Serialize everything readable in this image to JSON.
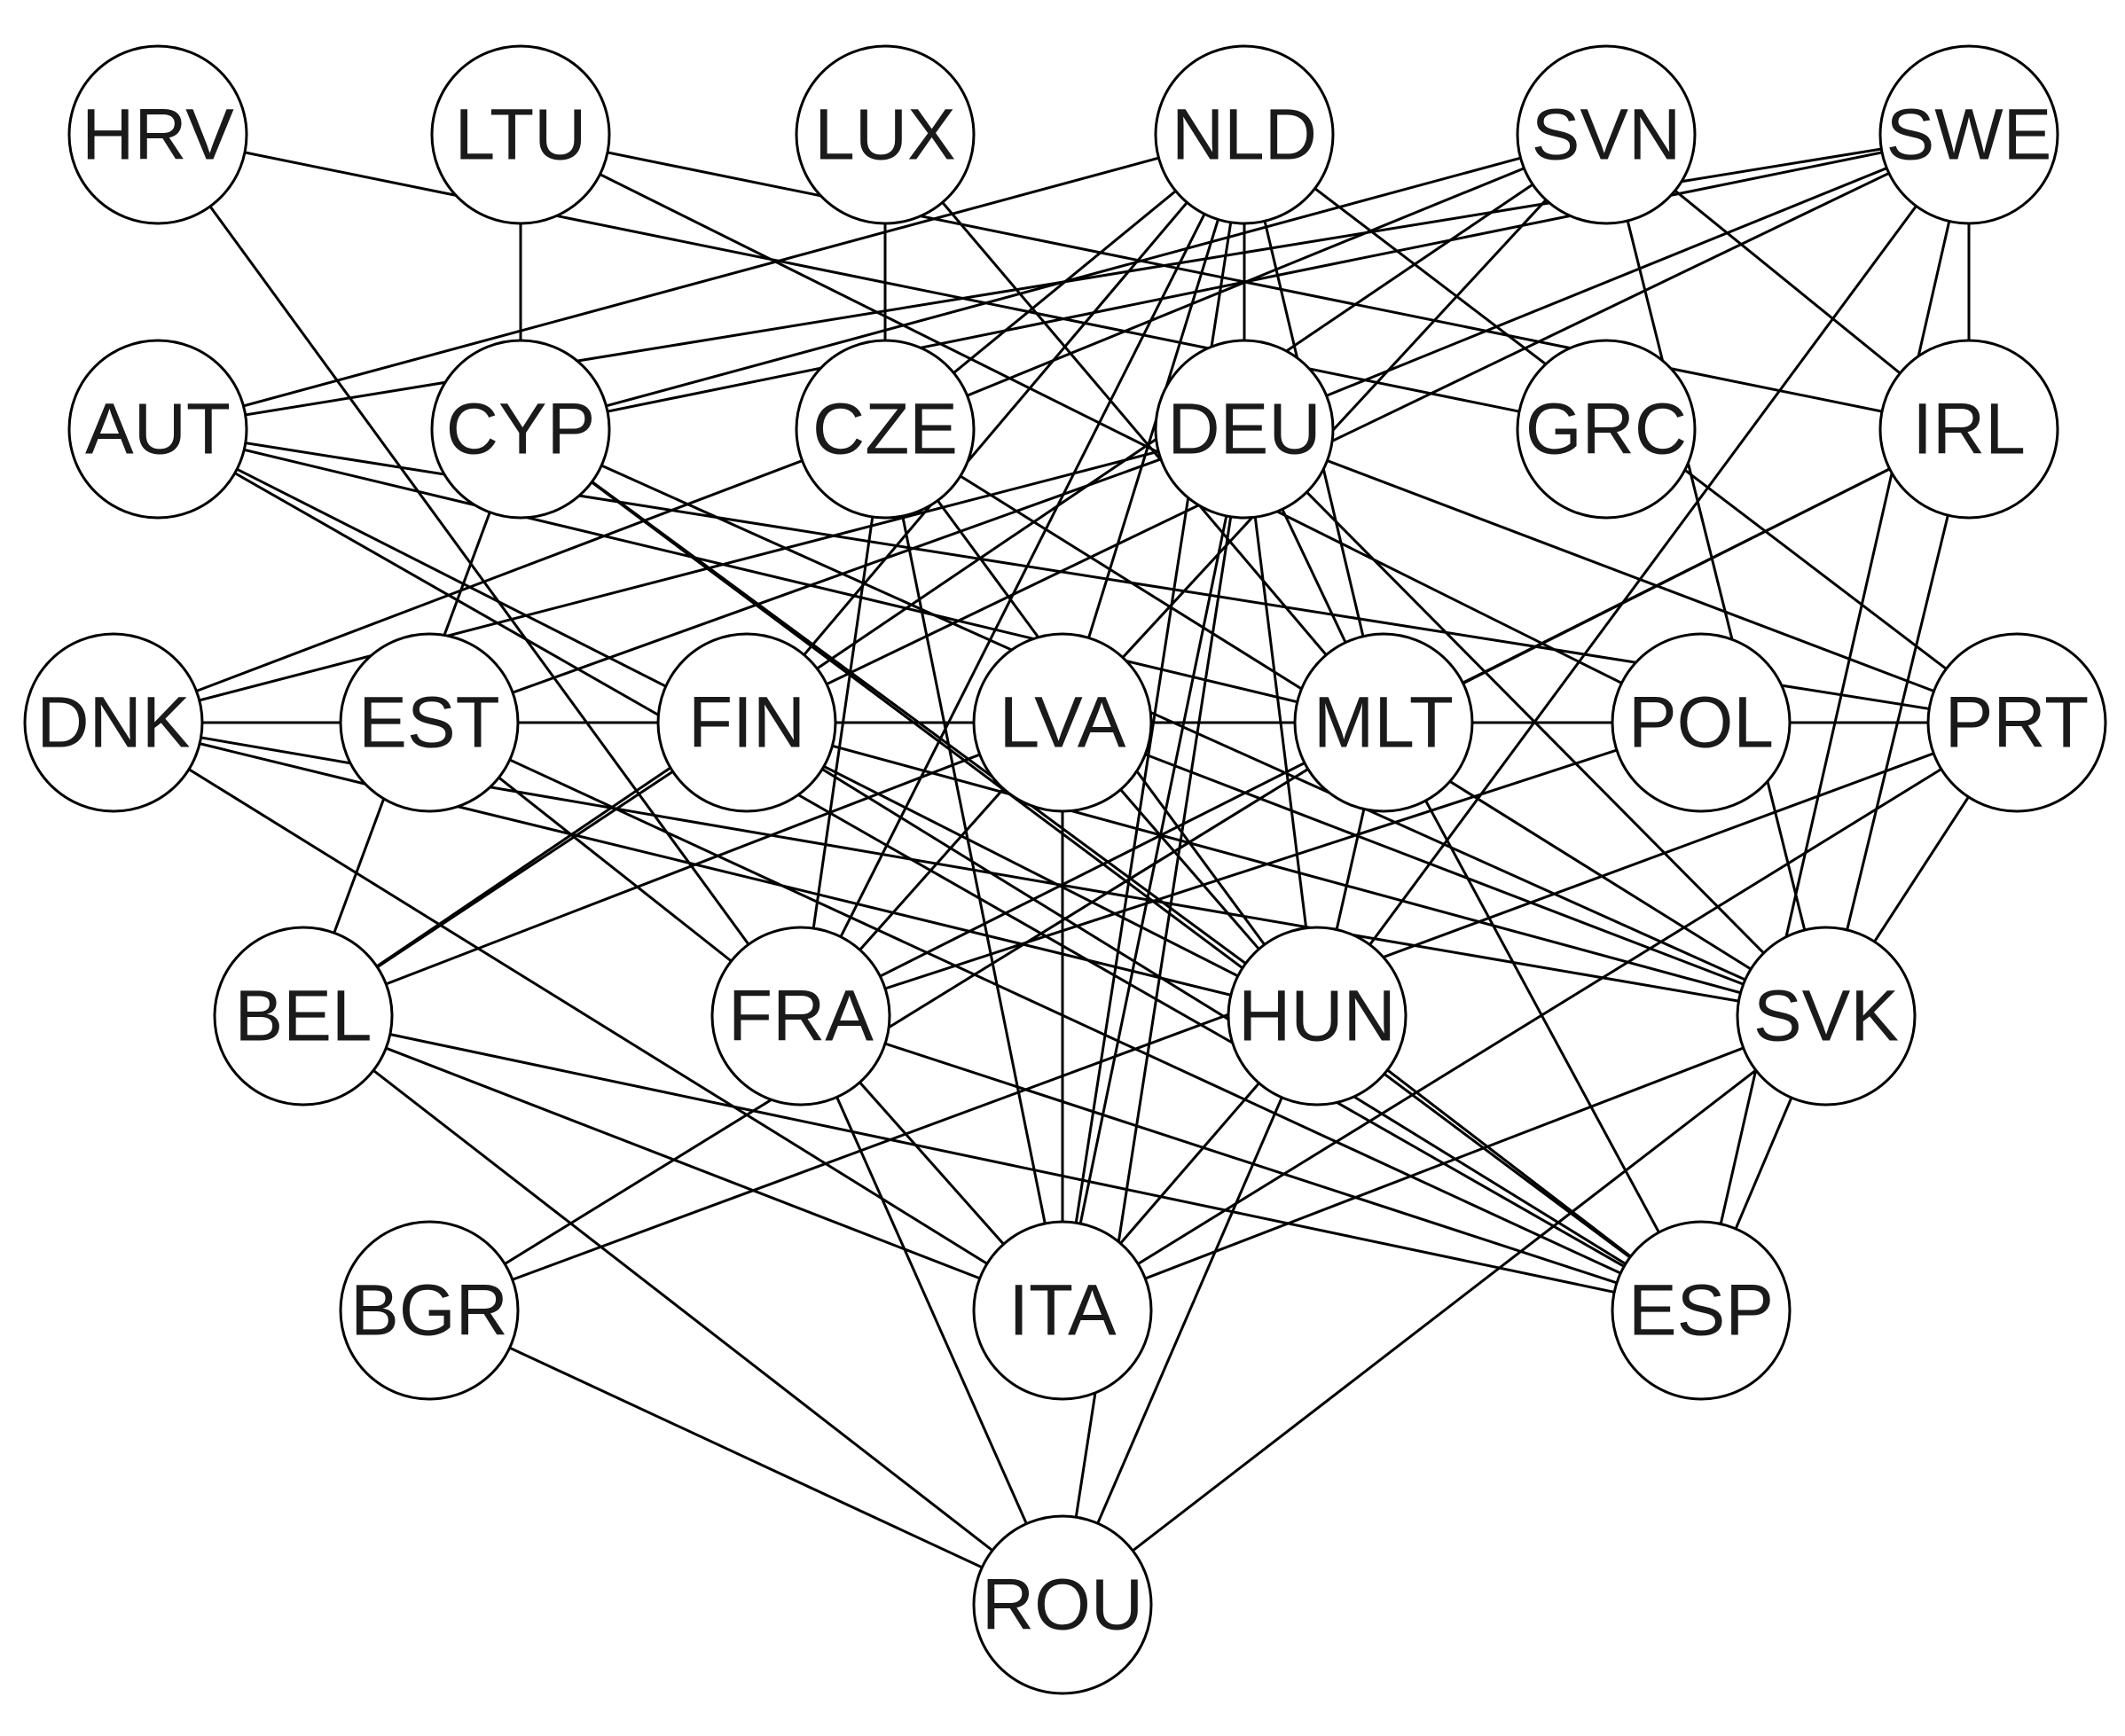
{
  "nodes": [
    {
      "id": "HRV",
      "label": "HRV"
    },
    {
      "id": "LTU",
      "label": "LTU"
    },
    {
      "id": "LUX",
      "label": "LUX"
    },
    {
      "id": "NLD",
      "label": "NLD"
    },
    {
      "id": "SVN",
      "label": "SVN"
    },
    {
      "id": "SWE",
      "label": "SWE"
    },
    {
      "id": "AUT",
      "label": "AUT"
    },
    {
      "id": "CYP",
      "label": "CYP"
    },
    {
      "id": "CZE",
      "label": "CZE"
    },
    {
      "id": "DEU",
      "label": "DEU"
    },
    {
      "id": "GRC",
      "label": "GRC"
    },
    {
      "id": "IRL",
      "label": "IRL"
    },
    {
      "id": "DNK",
      "label": "DNK"
    },
    {
      "id": "EST",
      "label": "EST"
    },
    {
      "id": "FIN",
      "label": "FIN"
    },
    {
      "id": "LVA",
      "label": "LVA"
    },
    {
      "id": "MLT",
      "label": "MLT"
    },
    {
      "id": "POL",
      "label": "POL"
    },
    {
      "id": "PRT",
      "label": "PRT"
    },
    {
      "id": "BEL",
      "label": "BEL"
    },
    {
      "id": "FRA",
      "label": "FRA"
    },
    {
      "id": "HUN",
      "label": "HUN"
    },
    {
      "id": "SVK",
      "label": "SVK"
    },
    {
      "id": "BGR",
      "label": "BGR"
    },
    {
      "id": "ITA",
      "label": "ITA"
    },
    {
      "id": "ESP",
      "label": "ESP"
    },
    {
      "id": "ROU",
      "label": "ROU"
    }
  ],
  "edges": [
    [
      "HRV",
      "GRC"
    ],
    [
      "HRV",
      "FRA"
    ],
    [
      "LTU",
      "CYP"
    ],
    [
      "LTU",
      "IRL"
    ],
    [
      "LTU",
      "POL"
    ],
    [
      "LUX",
      "CZE"
    ],
    [
      "LUX",
      "MLT"
    ],
    [
      "NLD",
      "AUT"
    ],
    [
      "NLD",
      "CZE"
    ],
    [
      "NLD",
      "DEU"
    ],
    [
      "NLD",
      "LVA"
    ],
    [
      "NLD",
      "FRA"
    ],
    [
      "NLD",
      "PRT"
    ],
    [
      "NLD",
      "FIN"
    ],
    [
      "NLD",
      "ITA"
    ],
    [
      "NLD",
      "MLT"
    ],
    [
      "SVN",
      "CYP"
    ],
    [
      "SVN",
      "CZE"
    ],
    [
      "SVN",
      "SVK"
    ],
    [
      "SVN",
      "IRL"
    ],
    [
      "SVN",
      "BEL"
    ],
    [
      "SVN",
      "LVA"
    ],
    [
      "SWE",
      "IRL"
    ],
    [
      "SWE",
      "AUT"
    ],
    [
      "SWE",
      "CYP"
    ],
    [
      "SWE",
      "DEU"
    ],
    [
      "SWE",
      "HUN"
    ],
    [
      "SWE",
      "FIN"
    ],
    [
      "SWE",
      "ESP"
    ],
    [
      "AUT",
      "MLT"
    ],
    [
      "AUT",
      "PRT"
    ],
    [
      "AUT",
      "HUN"
    ],
    [
      "AUT",
      "ESP"
    ],
    [
      "CYP",
      "HUN"
    ],
    [
      "CYP",
      "SVK"
    ],
    [
      "CYP",
      "ESP"
    ],
    [
      "CYP",
      "BEL"
    ],
    [
      "CZE",
      "DNK"
    ],
    [
      "CZE",
      "FRA"
    ],
    [
      "CZE",
      "HUN"
    ],
    [
      "CZE",
      "ITA"
    ],
    [
      "CZE",
      "SVK"
    ],
    [
      "DEU",
      "DNK"
    ],
    [
      "DEU",
      "EST"
    ],
    [
      "DEU",
      "MLT"
    ],
    [
      "DEU",
      "PRT"
    ],
    [
      "DEU",
      "HUN"
    ],
    [
      "DEU",
      "SVK"
    ],
    [
      "DEU",
      "ROU"
    ],
    [
      "DEU",
      "ITA"
    ],
    [
      "IRL",
      "MLT"
    ],
    [
      "IRL",
      "FRA"
    ],
    [
      "IRL",
      "SVK"
    ],
    [
      "DNK",
      "PRT"
    ],
    [
      "DNK",
      "HUN"
    ],
    [
      "DNK",
      "SVK"
    ],
    [
      "DNK",
      "ITA"
    ],
    [
      "EST",
      "ESP"
    ],
    [
      "EST",
      "FRA"
    ],
    [
      "FIN",
      "ESP"
    ],
    [
      "FIN",
      "BEL"
    ],
    [
      "FIN",
      "SVK"
    ],
    [
      "LVA",
      "ITA"
    ],
    [
      "LVA",
      "HUN"
    ],
    [
      "LVA",
      "SVK"
    ],
    [
      "LVA",
      "BEL"
    ],
    [
      "LVA",
      "FRA"
    ],
    [
      "MLT",
      "HUN"
    ],
    [
      "MLT",
      "BGR"
    ],
    [
      "MLT",
      "ESP"
    ],
    [
      "POL",
      "PRT"
    ],
    [
      "POL",
      "FRA"
    ],
    [
      "PRT",
      "SVK"
    ],
    [
      "PRT",
      "ITA"
    ],
    [
      "PRT",
      "BGR"
    ],
    [
      "BEL",
      "ESP"
    ],
    [
      "BEL",
      "ITA"
    ],
    [
      "BEL",
      "ROU"
    ],
    [
      "FRA",
      "ROU"
    ],
    [
      "FRA",
      "ESP"
    ],
    [
      "FRA",
      "ITA"
    ],
    [
      "HUN",
      "ROU"
    ],
    [
      "HUN",
      "ESP"
    ],
    [
      "HUN",
      "ITA"
    ],
    [
      "SVK",
      "ESP"
    ],
    [
      "SVK",
      "ROU"
    ],
    [
      "SVK",
      "ITA"
    ],
    [
      "BGR",
      "ROU"
    ]
  ]
}
